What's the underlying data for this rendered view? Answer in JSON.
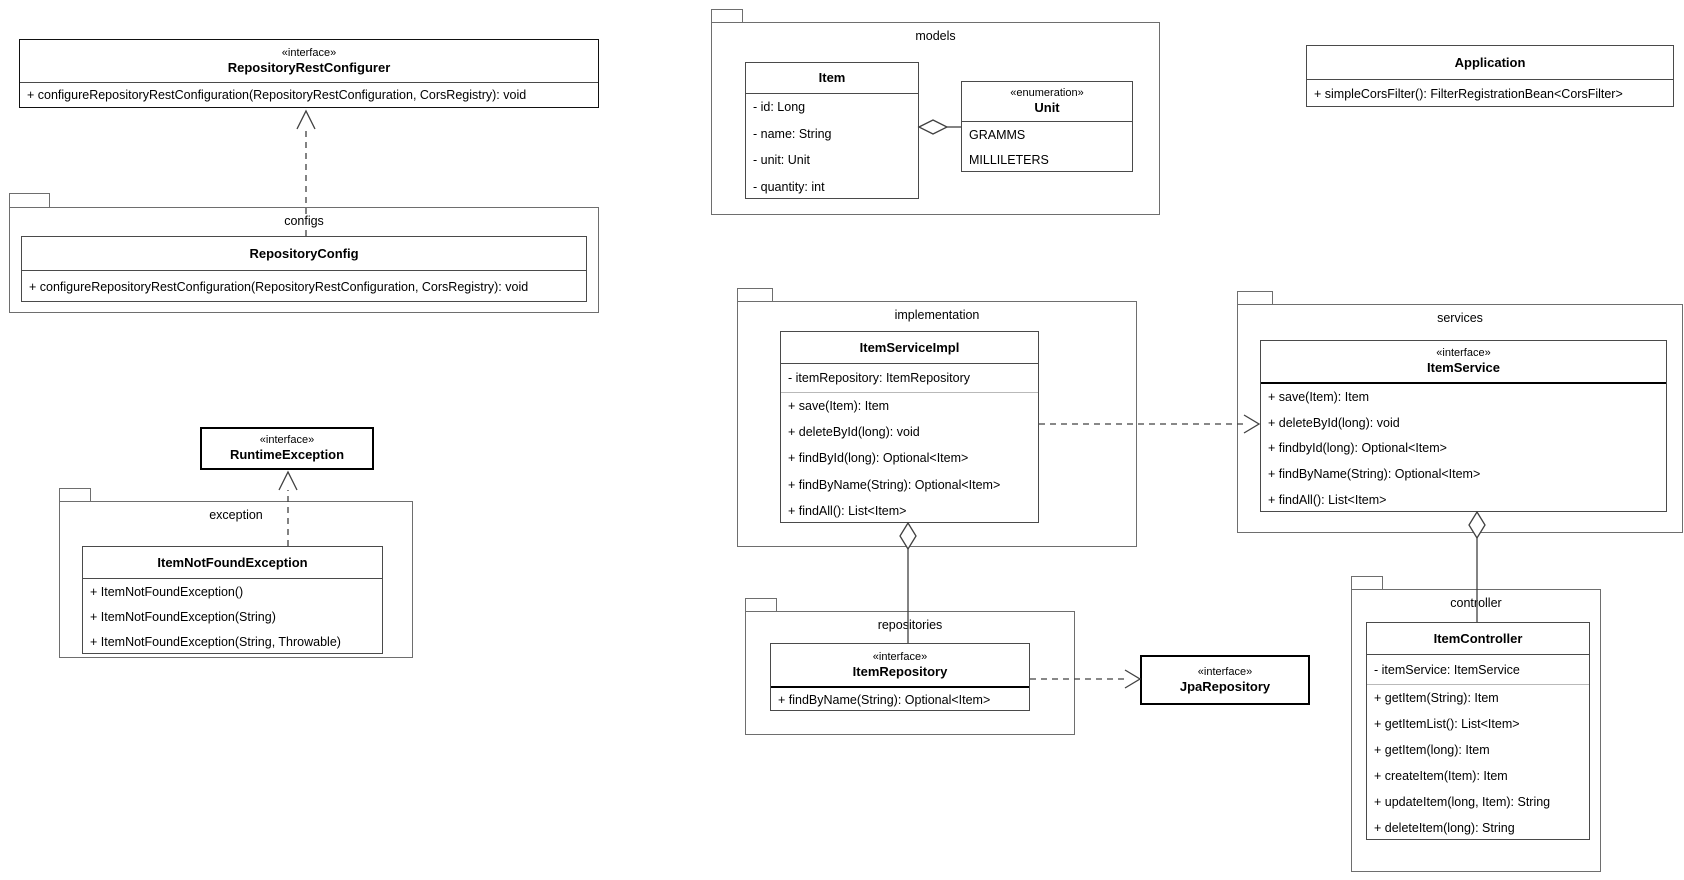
{
  "packages": {
    "configs": "configs",
    "models": "models",
    "implementation": "implementation",
    "services": "services",
    "exception": "exception",
    "repositories": "repositories",
    "controller": "controller"
  },
  "classes": {
    "repositoryRestConfigurer": {
      "stereotype": "«interface»",
      "name": "RepositoryRestConfigurer",
      "methods": [
        "+ configureRepositoryRestConfiguration(RepositoryRestConfiguration, CorsRegistry): void"
      ]
    },
    "repositoryConfig": {
      "name": "RepositoryConfig",
      "methods": [
        "+ configureRepositoryRestConfiguration(RepositoryRestConfiguration, CorsRegistry): void"
      ]
    },
    "item": {
      "name": "Item",
      "attributes": [
        "- id: Long",
        "- name: String",
        "- unit: Unit",
        "- quantity: int"
      ]
    },
    "unit": {
      "stereotype": "«enumeration»",
      "name": "Unit",
      "values": [
        "GRAMMS",
        "MILLILETERS"
      ]
    },
    "application": {
      "name": "Application",
      "methods": [
        "+ simpleCorsFilter(): FilterRegistrationBean<CorsFilter>"
      ]
    },
    "itemServiceImpl": {
      "name": "ItemServiceImpl",
      "attributes": [
        "- itemRepository: ItemRepository"
      ],
      "methods": [
        "+ save(Item): Item",
        "+ deleteById(long): void",
        "+ findById(long): Optional<Item>",
        "+ findByName(String): Optional<Item>",
        "+ findAll(): List<Item>"
      ]
    },
    "itemService": {
      "stereotype": "«interface»",
      "name": "ItemService",
      "methods": [
        "+ save(Item): Item",
        "+ deleteById(long): void",
        "+ findbyId(long): Optional<Item>",
        "+ findByName(String): Optional<Item>",
        "+ findAll(): List<Item>"
      ]
    },
    "runtimeException": {
      "stereotype": "«interface»",
      "name": "RuntimeException"
    },
    "itemNotFoundException": {
      "name": "ItemNotFoundException",
      "methods": [
        "+ ItemNotFoundException()",
        "+ ItemNotFoundException(String)",
        "+ ItemNotFoundException(String, Throwable)"
      ]
    },
    "itemRepository": {
      "stereotype": "«interface»",
      "name": "ItemRepository",
      "methods": [
        "+ findByName(String): Optional<Item>"
      ]
    },
    "jpaRepository": {
      "stereotype": "«interface»",
      "name": "JpaRepository"
    },
    "itemController": {
      "name": "ItemController",
      "attributes": [
        "- itemService: ItemService"
      ],
      "methods": [
        "+ getItem(String): Item",
        "+ getItemList(): List<Item>",
        "+ getItem(long): Item",
        "+ createItem(Item): Item",
        "+ updateItem(long, Item): String",
        "+ deleteItem(long): String"
      ]
    }
  },
  "relations": [
    {
      "type": "realization-dashed",
      "from": "RepositoryConfig",
      "to": "RepositoryRestConfigurer"
    },
    {
      "type": "aggregation",
      "from": "Item",
      "to": "Unit"
    },
    {
      "type": "dependency-dashed",
      "from": "ItemServiceImpl",
      "to": "ItemService"
    },
    {
      "type": "aggregation",
      "from": "ItemServiceImpl",
      "to": "ItemRepository"
    },
    {
      "type": "dependency-dashed",
      "from": "ItemRepository",
      "to": "JpaRepository"
    },
    {
      "type": "realization-dashed",
      "from": "ItemNotFoundException",
      "to": "RuntimeException"
    },
    {
      "type": "aggregation",
      "from": "ItemService",
      "to": "ItemController"
    }
  ],
  "colors": {
    "background": "#ffffff",
    "class_border": "#4a4a4a",
    "package_border": "#6e6e6e",
    "interface_border": "#000000",
    "light_separator": "#b9b9b9",
    "connector": "#404040"
  }
}
